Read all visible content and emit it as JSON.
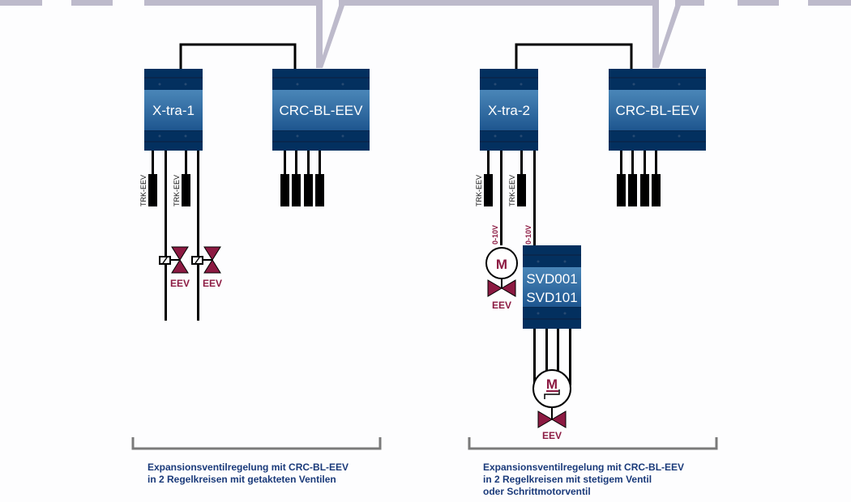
{
  "colors": {
    "bus": "#bdbacb",
    "module_dark": "#03305f",
    "module_light": "#3f79aa",
    "wire": "#000000",
    "valve": "#8c1a42",
    "caption": "#1a3a7a",
    "bracket": "#7a7a7a"
  },
  "left_group": {
    "modules": [
      {
        "label": "X-tra-1"
      },
      {
        "label": "CRC-BL-EEV"
      }
    ],
    "sensors": [
      {
        "label": "TRK-EEV"
      },
      {
        "label": "TRK-EEV"
      }
    ],
    "valves": [
      {
        "label": "EEV"
      },
      {
        "label": "EEV"
      }
    ],
    "caption": {
      "lines": [
        "Expansionsventilregelung mit CRC-BL-EEV",
        "in 2 Regelkreisen mit getakteten Ventilen"
      ]
    }
  },
  "right_group": {
    "modules": [
      {
        "label": "X-tra-2"
      },
      {
        "label": "CRC-BL-EEV"
      }
    ],
    "driver": {
      "lines": [
        "SVD001",
        "SVD101"
      ]
    },
    "sensors": [
      {
        "label": "TRK-EEV"
      },
      {
        "label": "TRK-EEV"
      }
    ],
    "signals": [
      {
        "label": "0-10V"
      },
      {
        "label": "0-10V"
      }
    ],
    "motors": [
      {
        "label": "M"
      },
      {
        "label": "M"
      }
    ],
    "valves": [
      {
        "label": "EEV"
      },
      {
        "label": "EEV"
      }
    ],
    "caption": {
      "lines": [
        "Expansionsventilregelung mit CRC-BL-EEV",
        "in 2 Regelkreisen mit stetigem Ventil",
        "oder Schrittmotorventil"
      ]
    }
  }
}
